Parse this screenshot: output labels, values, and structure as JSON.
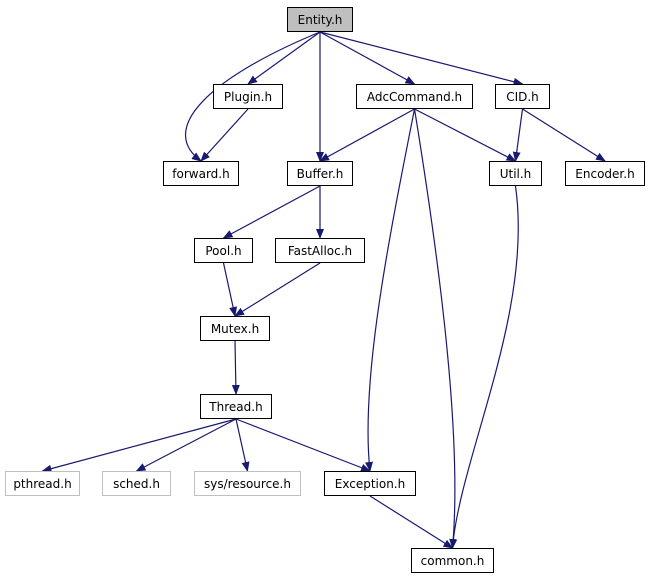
{
  "graph": {
    "colors": {
      "edge": "#191970",
      "node_border": "#000000",
      "external_border": "#bfbfbf",
      "root_fill": "#bfbfbf",
      "node_fill": "#ffffff"
    },
    "nodes": {
      "entity": "Entity.h",
      "plugin": "Plugin.h",
      "adccommand": "AdcCommand.h",
      "cid": "CID.h",
      "forward": "forward.h",
      "buffer": "Buffer.h",
      "util": "Util.h",
      "encoder": "Encoder.h",
      "pool": "Pool.h",
      "fastalloc": "FastAlloc.h",
      "mutex": "Mutex.h",
      "thread": "Thread.h",
      "pthread": "pthread.h",
      "sched": "sched.h",
      "sysresource": "sys/resource.h",
      "exception": "Exception.h",
      "common": "common.h"
    },
    "edges": [
      [
        "entity",
        "forward"
      ],
      [
        "entity",
        "plugin"
      ],
      [
        "entity",
        "buffer"
      ],
      [
        "entity",
        "adccommand"
      ],
      [
        "entity",
        "cid"
      ],
      [
        "plugin",
        "forward"
      ],
      [
        "adccommand",
        "buffer"
      ],
      [
        "adccommand",
        "util"
      ],
      [
        "adccommand",
        "exception"
      ],
      [
        "adccommand",
        "common"
      ],
      [
        "cid",
        "util"
      ],
      [
        "cid",
        "encoder"
      ],
      [
        "buffer",
        "pool"
      ],
      [
        "buffer",
        "fastalloc"
      ],
      [
        "util",
        "common"
      ],
      [
        "pool",
        "mutex"
      ],
      [
        "fastalloc",
        "mutex"
      ],
      [
        "mutex",
        "thread"
      ],
      [
        "thread",
        "pthread"
      ],
      [
        "thread",
        "sched"
      ],
      [
        "thread",
        "sysresource"
      ],
      [
        "thread",
        "exception"
      ],
      [
        "exception",
        "common"
      ]
    ]
  }
}
